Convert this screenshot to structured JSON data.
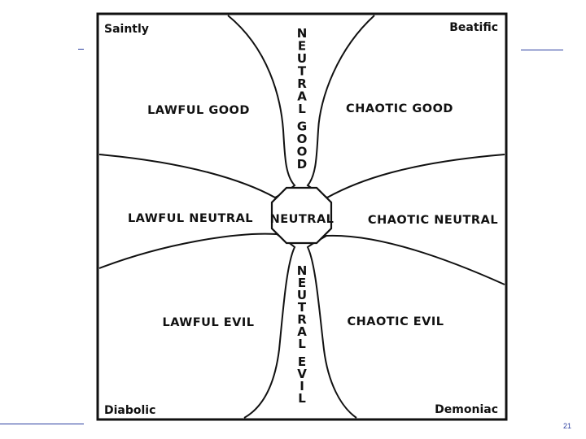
{
  "corners": {
    "top_left": "Saintly",
    "top_right": "Beatific",
    "bottom_left": "Diabolic",
    "bottom_right": "Demoniac"
  },
  "regions": {
    "lawful_good": "LAWFUL GOOD",
    "chaotic_good": "CHAOTIC GOOD",
    "lawful_neutral": "LAWFUL NEUTRAL",
    "neutral": "NEUTRAL",
    "chaotic_neutral": "CHAOTIC NEUTRAL",
    "lawful_evil": "LAWFUL EVIL",
    "chaotic_evil": "CHAOTIC EVIL"
  },
  "vertical": {
    "neutral_good": "NEUTRAL GOOD",
    "neutral_evil": "NEUTRAL EVIL"
  },
  "slide_number": "21",
  "colors": {
    "ink": "#111111",
    "accent_line": "#2c3fa0",
    "background": "#ffffff"
  }
}
